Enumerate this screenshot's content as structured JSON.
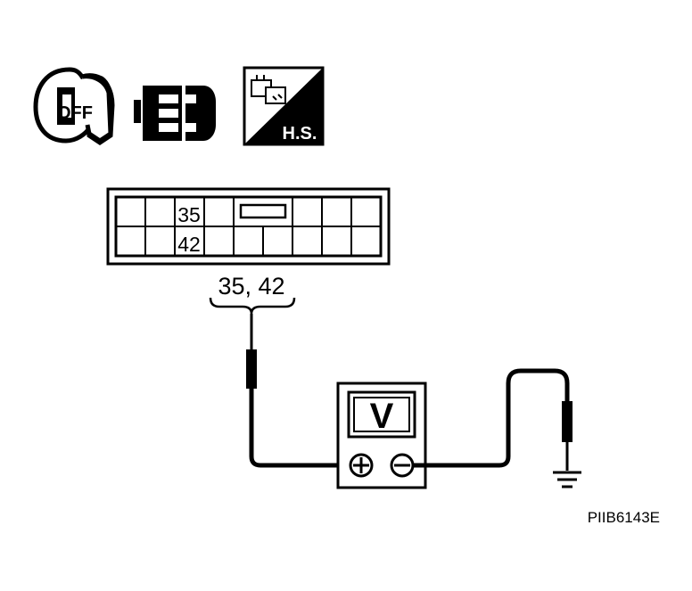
{
  "icons": {
    "ignition_key": {
      "icon": "ignition-key-off-icon",
      "label": "OFF"
    },
    "connector": {
      "icon": "disconnected-connector-icon"
    },
    "harness_side": {
      "icon": "harness-side-icon",
      "label": "H.S."
    }
  },
  "connector": {
    "pins": [
      {
        "number": "35"
      },
      {
        "number": "42"
      }
    ]
  },
  "terminals_label": "35, 42",
  "meter": {
    "icon": "voltmeter-icon",
    "label": "V",
    "positive_terminal": "⊕",
    "negative_terminal": "⊖"
  },
  "ground": {
    "icon": "ground-icon"
  },
  "reference_code": "PIIB6143E"
}
